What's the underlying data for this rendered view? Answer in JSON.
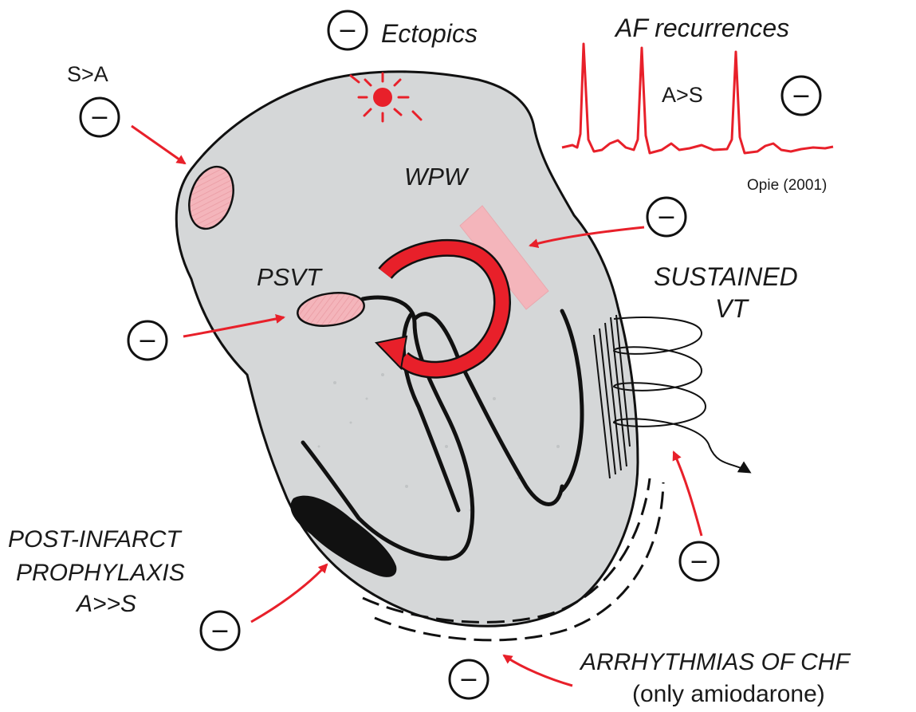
{
  "labels": {
    "s_gt_a": "S>A",
    "ectopics": "Ectopics",
    "af_recurrences": "AF recurrences",
    "a_gt_s": "A>S",
    "citation": "Opie (2001)",
    "wpw": "WPW",
    "psvt": "PSVT",
    "sustained_line1": "SUSTAINED",
    "sustained_line2": "VT",
    "post_infarct_line1": "POST-INFARCT",
    "post_infarct_line2": "PROPHYLAXIS",
    "post_infarct_line3": "A>>S",
    "chf_line1": "ARRHYTHMIAS OF CHF",
    "chf_line2": "(only amiodarone)"
  },
  "inhibit_symbol": "−",
  "colors": {
    "heart_fill": "#d5d7d8",
    "outline": "#111111",
    "accent_red": "#e8202a",
    "pink_zone": "#f4b5bb",
    "infarct": "#111111"
  }
}
